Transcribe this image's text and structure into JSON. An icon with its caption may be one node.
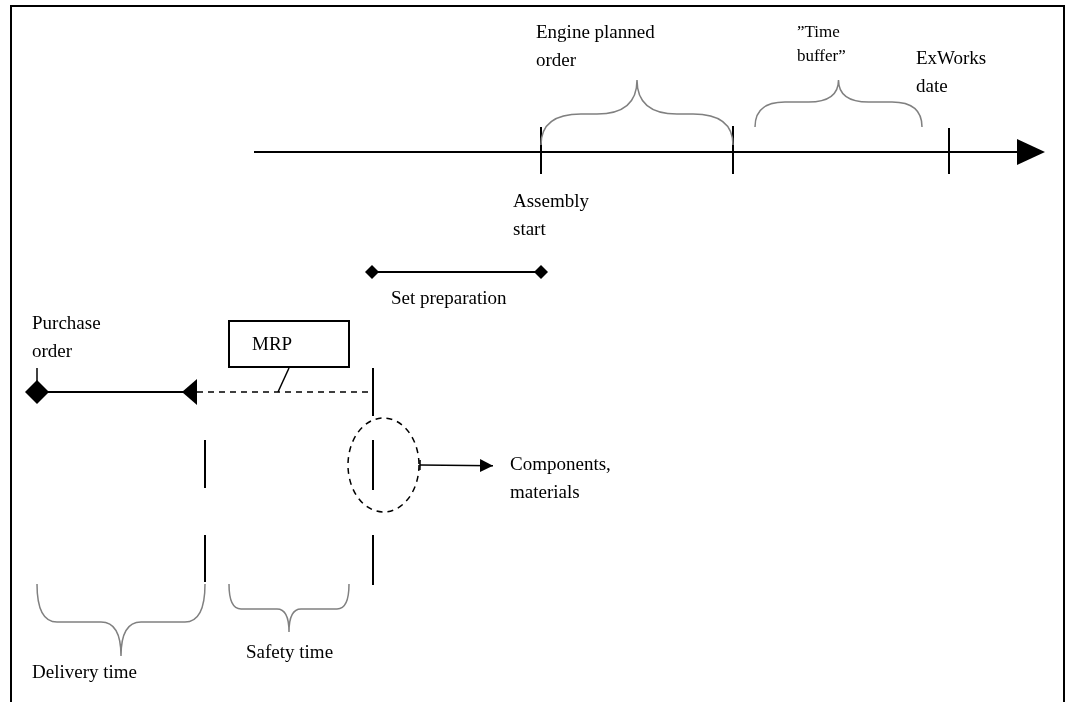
{
  "diagram": {
    "nodes": [
      {
        "text": [
          "MRP"
        ]
      },
      {
        "text": [],
        "shape": "circle"
      },
      {
        "text": [
          "Components, materials"
        ]
      }
    ],
    "edges": [
      {
        "from": 1,
        "to": 2,
        "arrow": "to"
      },
      {
        "from": 0,
        "to": null,
        "arrow": "none"
      }
    ],
    "labels": [
      "Engine planned order",
      "”Time buffer”",
      "ExWorks date",
      "Assembly start",
      "Set preparation",
      "Purchase order",
      "Delivery time",
      "Safety time"
    ]
  }
}
